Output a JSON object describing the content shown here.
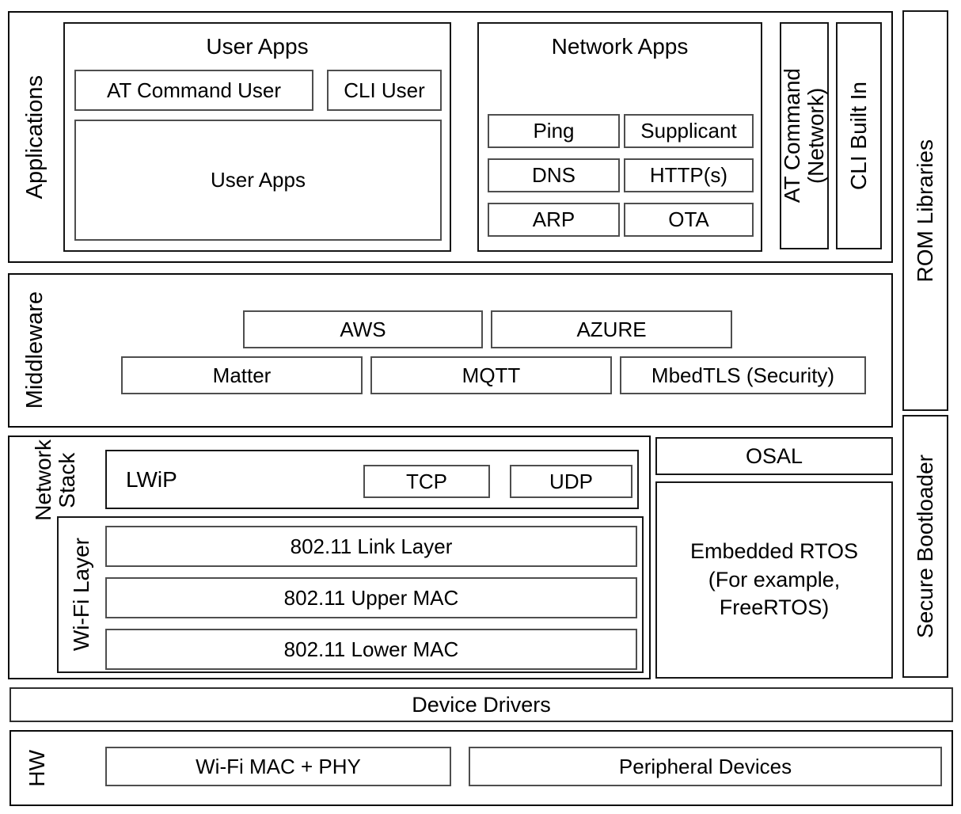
{
  "applications": {
    "label": "Applications",
    "user_apps": {
      "title": "User Apps",
      "at_command_user": "AT Command User",
      "cli_user": "CLI User",
      "inner": "User Apps"
    },
    "network_apps": {
      "title": "Network Apps",
      "items": [
        "Ping",
        "Supplicant",
        "DNS",
        "HTTP(s)",
        "ARP",
        "OTA"
      ]
    },
    "at_command_network": {
      "line1": "AT Command",
      "line2": "(Network)"
    },
    "cli_built_in": "CLI Built In"
  },
  "rom_libraries": "ROM Libraries",
  "middleware": {
    "label": "Middleware",
    "aws": "AWS",
    "azure": "AZURE",
    "matter": "Matter",
    "mqtt": "MQTT",
    "mbedtls": "MbedTLS (Security)"
  },
  "secure_bootloader": "Secure Bootloader",
  "network_stack": {
    "label": {
      "line1": "Network",
      "line2": "Stack"
    },
    "lwip": "LWiP",
    "tcp": "TCP",
    "udp": "UDP",
    "wifi_layer": {
      "label": "Wi-Fi Layer",
      "link_layer": "802.11 Link Layer",
      "upper_mac": "802.11 Upper MAC",
      "lower_mac": "802.11 Lower MAC"
    }
  },
  "osal": "OSAL",
  "embedded_rtos": {
    "line1": "Embedded RTOS",
    "line2": "(For example,",
    "line3": "FreeRTOS)"
  },
  "device_drivers": "Device Drivers",
  "hw": {
    "label": "HW",
    "wifi_mac_phy": "Wi-Fi MAC + PHY",
    "peripheral_devices": "Peripheral Devices"
  },
  "colors": {
    "background": "#ffffff",
    "border": "#000000",
    "text": "#000000"
  }
}
